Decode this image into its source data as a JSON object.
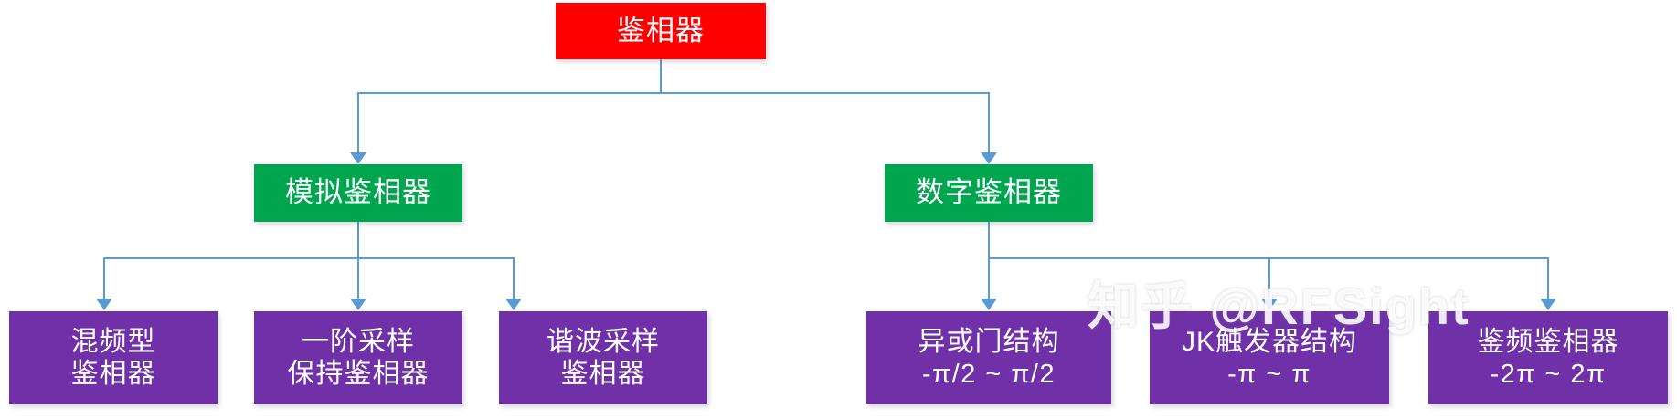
{
  "diagram": {
    "type": "tree",
    "title_node": "鉴相器",
    "colors": {
      "root": "#FF0000",
      "level2": "#00A64F",
      "level3": "#7031A8",
      "connector": "#5B9BD5",
      "text": "#FFFFFF",
      "background": "#FFFFFF"
    },
    "root": {
      "label": "鉴相器"
    },
    "level2": [
      {
        "label": "模拟鉴相器"
      },
      {
        "label": "数字鉴相器"
      }
    ],
    "level3": [
      {
        "line1": "混频型",
        "line2": "鉴相器",
        "parent": "模拟鉴相器"
      },
      {
        "line1": "一阶采样",
        "line2": "保持鉴相器",
        "parent": "模拟鉴相器"
      },
      {
        "line1": "谐波采样",
        "line2": "鉴相器",
        "parent": "模拟鉴相器"
      },
      {
        "line1": "异或门结构",
        "line2": "-π/2 ~ π/2",
        "parent": "数字鉴相器"
      },
      {
        "line1": "JK触发器结构",
        "line2": "-π ~ π",
        "parent": "数字鉴相器"
      },
      {
        "line1": "鉴频鉴相器",
        "line2": "-2π ~ 2π",
        "parent": "数字鉴相器"
      }
    ]
  },
  "watermark": {
    "text": "知乎 @RFSight"
  }
}
